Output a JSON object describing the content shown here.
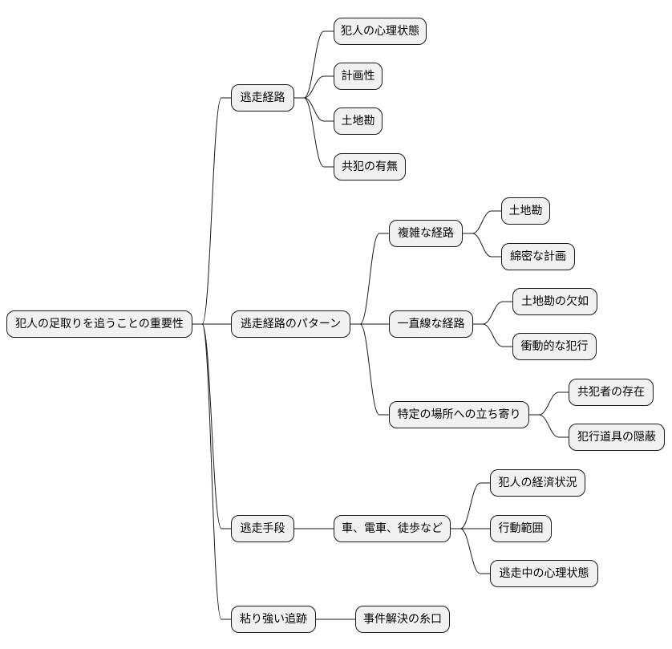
{
  "mindmap": {
    "root": {
      "id": "root",
      "label": "犯人の足取りを追うことの重要性"
    },
    "nodes": [
      {
        "id": "n1",
        "label": "逃走経路",
        "parent": "root"
      },
      {
        "id": "n1a",
        "label": "犯人の心理状態",
        "parent": "n1"
      },
      {
        "id": "n1b",
        "label": "計画性",
        "parent": "n1"
      },
      {
        "id": "n1c",
        "label": "土地勘",
        "parent": "n1"
      },
      {
        "id": "n1d",
        "label": "共犯の有無",
        "parent": "n1"
      },
      {
        "id": "n2",
        "label": "逃走経路のパターン",
        "parent": "root"
      },
      {
        "id": "n2a",
        "label": "複雑な経路",
        "parent": "n2"
      },
      {
        "id": "n2a1",
        "label": "土地勘",
        "parent": "n2a"
      },
      {
        "id": "n2a2",
        "label": "綿密な計画",
        "parent": "n2a"
      },
      {
        "id": "n2b",
        "label": "一直線な経路",
        "parent": "n2"
      },
      {
        "id": "n2b1",
        "label": "土地勘の欠如",
        "parent": "n2b"
      },
      {
        "id": "n2b2",
        "label": "衝動的な犯行",
        "parent": "n2b"
      },
      {
        "id": "n2c",
        "label": "特定の場所への立ち寄り",
        "parent": "n2"
      },
      {
        "id": "n2c1",
        "label": "共犯者の存在",
        "parent": "n2c"
      },
      {
        "id": "n2c2",
        "label": "犯行道具の隠蔽",
        "parent": "n2c"
      },
      {
        "id": "n3",
        "label": "逃走手段",
        "parent": "root"
      },
      {
        "id": "n3a",
        "label": "車、電車、徒歩など",
        "parent": "n3"
      },
      {
        "id": "n3a1",
        "label": "犯人の経済状況",
        "parent": "n3a"
      },
      {
        "id": "n3a2",
        "label": "行動範囲",
        "parent": "n3a"
      },
      {
        "id": "n3a3",
        "label": "逃走中の心理状態",
        "parent": "n3a"
      },
      {
        "id": "n4",
        "label": "粘り強い追跡",
        "parent": "root"
      },
      {
        "id": "n4a",
        "label": "事件解決の糸口",
        "parent": "n4"
      }
    ]
  }
}
